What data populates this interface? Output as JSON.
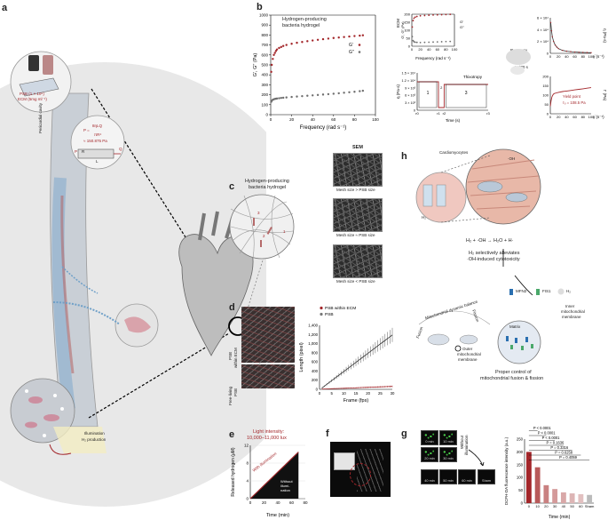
{
  "panels": {
    "a": "a",
    "b": "b",
    "c": "c",
    "d": "d",
    "e": "e",
    "f": "f",
    "g": "g",
    "h": "h"
  },
  "colors": {
    "accent_red": "#a3262a",
    "gray": "#6e6e6e",
    "dark": "#333333",
    "ecm_blue": "#6fa0c8"
  },
  "panel_a": {
    "vial_label_1": "PSB (1 × 10⁹)",
    "vial_label_2": "ECM (5mg ml⁻¹)",
    "cavity_label": "Pericardial cavity",
    "equation_1": "8ηLQ",
    "equation_p": "P =",
    "equation_2": "πR⁴",
    "equation_3": "≈ 150.875 Pa",
    "eq_q": "Q",
    "eq_l": "L",
    "eq_p": "P",
    "eq_r": "R",
    "illum_1": "Illumination",
    "illum_2": "H₂ production"
  },
  "panel_c": {
    "title_1": "Hydrogen-producing",
    "title_2": "bacteria hydrogel",
    "sem_title": "SEM",
    "sem_1": "Mesh size > PSB size",
    "sem_2": "Mesh size ≈ PSB size",
    "sem_3": "Mesh size < PSB size",
    "n1": "1",
    "n2": "2",
    "n3": "3"
  },
  "panel_d": {
    "ylabel_1": "PSB",
    "ylabel_2": "within ECM",
    "ylabel_3": "Free-living",
    "ylabel_4": "PSB",
    "legend_1": "PSB within ECM",
    "legend_2": "PSB",
    "axis_y": "Length (pixel)",
    "axis_x": "Frame (fps)"
  },
  "panel_e": {
    "light_1": "Light intensity:",
    "light_2": "10,000–11,000 lux",
    "axis_y": "Released hydrogen (μM)",
    "axis_x": "Time (min)",
    "with_label": "With illumination",
    "without_1": "Without",
    "without_2": "illumi-",
    "without_3": "nation"
  },
  "panel_g": {
    "frames": [
      "0 min",
      "10 min",
      "20 min",
      "30 min",
      "40 min",
      "50 min",
      "60 min",
      "Sham"
    ],
    "without_1": "Without",
    "without_2": "illumination",
    "axis_y": "DCFH-DA fluorescence intensity (a.u.)",
    "axis_x": "Time (min)"
  },
  "panel_h": {
    "cardio": "Cardiomyocytes",
    "oh": "·OH",
    "h2": "H₂",
    "reaction": "H₂ + ·OH → H₂O + H·",
    "sel_1": "H₂ selectively alleviates",
    "sel_2": "·OH-induced cytotoxicity",
    "legend_mfn2": "MFN2",
    "legend_fis1": "FIS1",
    "legend_h2": "H₂",
    "dyn_balance": "Mitochondrial dynamic balance",
    "fusion": "Fusion",
    "fission": "Fission",
    "matrix": "Matrix",
    "inner_1": "Inner",
    "inner_2": "mitochondrial",
    "inner_3": "membrane",
    "outer_1": "Outer",
    "outer_2": "mitochondrial",
    "outer_3": "membrane",
    "proper_1": "Proper control of",
    "proper_2": "mitochondrial fusion & fission"
  },
  "chart_data": [
    {
      "id": "b-main",
      "type": "scatter",
      "title": "Hydrogen-producing bacteria hydrogel",
      "xlabel": "Frequency (rad s⁻¹)",
      "ylabel": "G′, G″ (Pa)",
      "xlim": [
        0,
        100
      ],
      "ylim": [
        0,
        1000
      ],
      "xticks": [
        0,
        20,
        40,
        60,
        80,
        100
      ],
      "yticks": [
        0,
        100,
        200,
        300,
        400,
        500,
        600,
        700,
        800,
        900,
        1000
      ],
      "series": [
        {
          "name": "G′",
          "color": "#a3262a",
          "x": [
            0.5,
            1,
            2,
            3,
            4,
            5,
            6,
            8,
            10,
            12,
            15,
            20,
            25,
            30,
            35,
            40,
            45,
            50,
            55,
            60,
            65,
            70,
            75,
            80,
            85,
            88
          ],
          "y": [
            430,
            500,
            560,
            600,
            620,
            640,
            655,
            670,
            680,
            690,
            700,
            712,
            722,
            730,
            738,
            745,
            752,
            758,
            764,
            770,
            775,
            780,
            785,
            790,
            794,
            797
          ]
        },
        {
          "name": "G″",
          "color": "#6e6e6e",
          "x": [
            0.5,
            1,
            2,
            3,
            4,
            5,
            6,
            8,
            10,
            12,
            15,
            20,
            25,
            30,
            35,
            40,
            45,
            50,
            55,
            60,
            65,
            70,
            75,
            80,
            85,
            88
          ],
          "y": [
            130,
            140,
            150,
            155,
            158,
            160,
            162,
            165,
            168,
            170,
            173,
            178,
            182,
            186,
            190,
            194,
            198,
            202,
            206,
            210,
            215,
            220,
            225,
            230,
            236,
            240
          ]
        }
      ]
    },
    {
      "id": "b-ecm",
      "type": "scatter",
      "title": "ECM",
      "xlabel": "Frequency (rad s⁻¹)",
      "ylabel": "G′, G″ (Pa)",
      "xlim": [
        0,
        100
      ],
      "ylim": [
        0,
        200
      ],
      "xticks": [
        0,
        20,
        40,
        60,
        80,
        100
      ],
      "yticks": [
        0,
        50,
        100,
        150,
        200
      ],
      "series": [
        {
          "name": "G′",
          "color": "#a3262a",
          "x": [
            1,
            3,
            5,
            8,
            12,
            20,
            30,
            40,
            50,
            60,
            70,
            80,
            90
          ],
          "y": [
            120,
            160,
            175,
            182,
            186,
            190,
            192,
            194,
            195,
            196,
            197,
            198,
            199
          ]
        },
        {
          "name": "G″",
          "color": "#6e6e6e",
          "x": [
            1,
            3,
            5,
            8,
            12,
            20,
            30,
            40,
            50,
            60,
            70,
            80,
            90
          ],
          "y": [
            60,
            35,
            28,
            25,
            24,
            23,
            24,
            25,
            26,
            27,
            28,
            29,
            30
          ]
        }
      ]
    },
    {
      "id": "b-thix",
      "type": "line",
      "title": "Thixotropy",
      "xlabel": "Time (s)",
      "ylabel": "η (Pa·s)",
      "yticks": [
        0,
        "3 × 10³",
        "6 × 10³",
        "9 × 10³",
        "1.2 × 10⁴",
        "1.5 × 10⁴"
      ],
      "xticks": [
        "r0",
        "r1",
        "r2",
        "r3"
      ],
      "annotation_1": "Recovery",
      "annotation_2": "ratio ≈ 90%",
      "annotation_3": "t = 30 s",
      "region_labels": [
        "1",
        "2",
        "3"
      ]
    },
    {
      "id": "b-visc",
      "type": "line",
      "xlabel": "γ̇ (s⁻¹)",
      "ylabel": "η (Pa·s)",
      "xlim": [
        0,
        100
      ],
      "xticks": [
        0,
        20,
        40,
        60,
        80,
        100
      ],
      "ytick_labels": [
        "0",
        "2 × 10⁴",
        "4 × 10⁴",
        "6 × 10⁴"
      ],
      "ylim": [
        0,
        60000
      ],
      "x": [
        1,
        3,
        5,
        8,
        12,
        16,
        20,
        30,
        40,
        50,
        60,
        70,
        80,
        90,
        100
      ],
      "y": [
        52000,
        38000,
        28000,
        20000,
        14000,
        10500,
        8000,
        5000,
        3600,
        2800,
        2200,
        1800,
        1500,
        1300,
        1100
      ]
    },
    {
      "id": "b-stress",
      "type": "line",
      "xlabel": "γ̇ (s⁻¹)",
      "ylabel": "Γ (Pa)",
      "xlim": [
        0,
        100
      ],
      "ylim": [
        0,
        200
      ],
      "xticks": [
        0,
        20,
        40,
        60,
        80,
        100
      ],
      "yticks": [
        0,
        50,
        100,
        150,
        200
      ],
      "yield_1": "Yield point",
      "yield_2": "τ₀ = 108.5 Pa",
      "x": [
        0,
        2,
        4,
        6,
        8,
        10,
        15,
        20,
        30,
        40,
        50,
        60,
        70,
        80,
        90,
        100
      ],
      "y": [
        40,
        70,
        90,
        100,
        106,
        108.5,
        112,
        115,
        119,
        122,
        125,
        128,
        131,
        134,
        137,
        140
      ]
    },
    {
      "id": "d",
      "type": "line",
      "xlabel": "Frame (fps)",
      "ylabel": "Length (pixel)",
      "xlim": [
        0,
        30
      ],
      "ylim": [
        0,
        1400
      ],
      "xticks": [
        0,
        5,
        10,
        15,
        20,
        25,
        30
      ],
      "yticks": [
        0,
        200,
        400,
        600,
        800,
        1000,
        1200,
        1400
      ],
      "series": [
        {
          "name": "PSB within ECM",
          "color": "#333333",
          "x": [
            1,
            2,
            3,
            4,
            5,
            6,
            7,
            8,
            9,
            10,
            11,
            12,
            13,
            14,
            15,
            16,
            17,
            18,
            19,
            20,
            21,
            22,
            23,
            24,
            25,
            26,
            27,
            28,
            29,
            30
          ],
          "y": [
            30,
            70,
            110,
            150,
            190,
            230,
            270,
            310,
            350,
            390,
            430,
            470,
            510,
            550,
            590,
            630,
            670,
            710,
            750,
            790,
            830,
            870,
            910,
            950,
            990,
            1030,
            1070,
            1110,
            1150,
            1190
          ],
          "err": [
            10,
            15,
            20,
            25,
            30,
            35,
            40,
            45,
            50,
            55,
            60,
            65,
            70,
            75,
            80,
            85,
            90,
            95,
            100,
            105,
            110,
            115,
            120,
            125,
            130,
            135,
            140,
            145,
            150,
            155
          ]
        },
        {
          "name": "PSB",
          "color": "#a3262a",
          "x": [
            1,
            2,
            3,
            4,
            5,
            6,
            7,
            8,
            9,
            10,
            11,
            12,
            13,
            14,
            15,
            16,
            17,
            18,
            19,
            20,
            21,
            22,
            23,
            24,
            25,
            26,
            27,
            28,
            29,
            30
          ],
          "y": [
            5,
            8,
            10,
            12,
            14,
            16,
            18,
            20,
            22,
            24,
            26,
            28,
            30,
            32,
            34,
            36,
            38,
            40,
            42,
            44,
            46,
            48,
            50,
            52,
            54,
            56,
            58,
            60,
            62,
            64
          ],
          "err": [
            5,
            5,
            6,
            6,
            7,
            7,
            8,
            8,
            9,
            9,
            10,
            10,
            11,
            11,
            12,
            12,
            13,
            13,
            14,
            14,
            15,
            15,
            16,
            16,
            17,
            17,
            18,
            18,
            19,
            19
          ]
        }
      ]
    },
    {
      "id": "e",
      "type": "line",
      "xlabel": "Time (min)",
      "ylabel": "Released hydrogen (μM)",
      "xlim": [
        0,
        80
      ],
      "ylim": [
        0,
        12
      ],
      "xticks": [
        0,
        20,
        40,
        60,
        80
      ],
      "yticks": [
        0,
        4,
        8,
        12
      ],
      "series": [
        {
          "name": "With illumination",
          "color": "#a3262a",
          "x": [
            0,
            10,
            20,
            30,
            40,
            50,
            60,
            70
          ],
          "y": [
            0,
            1.5,
            3,
            4.5,
            6,
            7.5,
            9,
            10.5
          ]
        },
        {
          "name": "Without illumination",
          "color": "#111111",
          "x": [
            0,
            10,
            20,
            30,
            40,
            50,
            60,
            70
          ],
          "y": [
            0,
            0,
            0,
            0,
            0,
            0,
            0,
            0
          ]
        }
      ]
    },
    {
      "id": "g",
      "type": "bar",
      "xlabel": "Time (min)",
      "ylabel": "DCFH-DA fluorescence intensity (a.u.)",
      "categories": [
        "0",
        "10",
        "20",
        "30",
        "40",
        "50",
        "60",
        "Sham"
      ],
      "values": [
        200,
        140,
        70,
        55,
        42,
        38,
        35,
        32
      ],
      "ylim": [
        0,
        250
      ],
      "yticks": [
        0,
        50,
        100,
        150,
        200,
        250
      ],
      "pvalues": [
        "P < 0.0001",
        "P < 0.0001",
        "P < 0.0001",
        "P = 0.1636",
        "P = 0.3316",
        "P = 0.6258",
        "P = 0.4059"
      ]
    }
  ]
}
